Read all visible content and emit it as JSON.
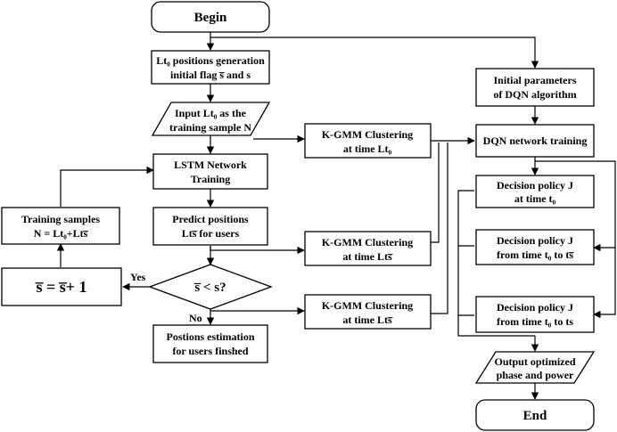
{
  "nodes": {
    "begin": {
      "text": "Begin"
    },
    "gen": {
      "line1": "Lt₀ positions generation",
      "line2": "initial flag s̅ and s"
    },
    "input": {
      "line1": "Input Lt₀ as the",
      "line2": "training sample N"
    },
    "lstm": {
      "line1": "LSTM Network",
      "line2": "Training"
    },
    "predict": {
      "line1": "Predict positions",
      "line2": "Lts̅ for users"
    },
    "decision": {
      "text": "s̅ < s?"
    },
    "estimation": {
      "line1": "Postions estimation",
      "line2": "for users finshed"
    },
    "training_samples": {
      "line1": "Training samples",
      "line2": "N = Lt₀+Lts̅"
    },
    "update": {
      "text": "s̅ = s̅+ 1"
    },
    "kgmm1": {
      "line1": "K-GMM Clustering",
      "line2": "at time Lt₀"
    },
    "kgmm2": {
      "line1": "K-GMM Clustering",
      "line2": "at time Lts̅"
    },
    "kgmm3": {
      "line1": "K-GMM Clustering",
      "line2": "at time Lts̅"
    },
    "init_dqn": {
      "line1": "Initial parameters",
      "line2": "of DQN algorithm"
    },
    "dqn_train": {
      "text": "DQN network training"
    },
    "policy1": {
      "line1": "Decision policy J",
      "line2": "at time t₀"
    },
    "policy2": {
      "line1": "Decision policy J",
      "line2": "from time t₀ to ts̅"
    },
    "policy3": {
      "line1": "Decision policy J",
      "line2": "from time t₀ to ts"
    },
    "output": {
      "line1": "Output optimized",
      "line2": "phase and power"
    },
    "end": {
      "text": "End"
    }
  },
  "labels": {
    "yes": "Yes",
    "no": "No"
  },
  "colors": {
    "stroke": "#000000",
    "fill": "#ffffff"
  }
}
